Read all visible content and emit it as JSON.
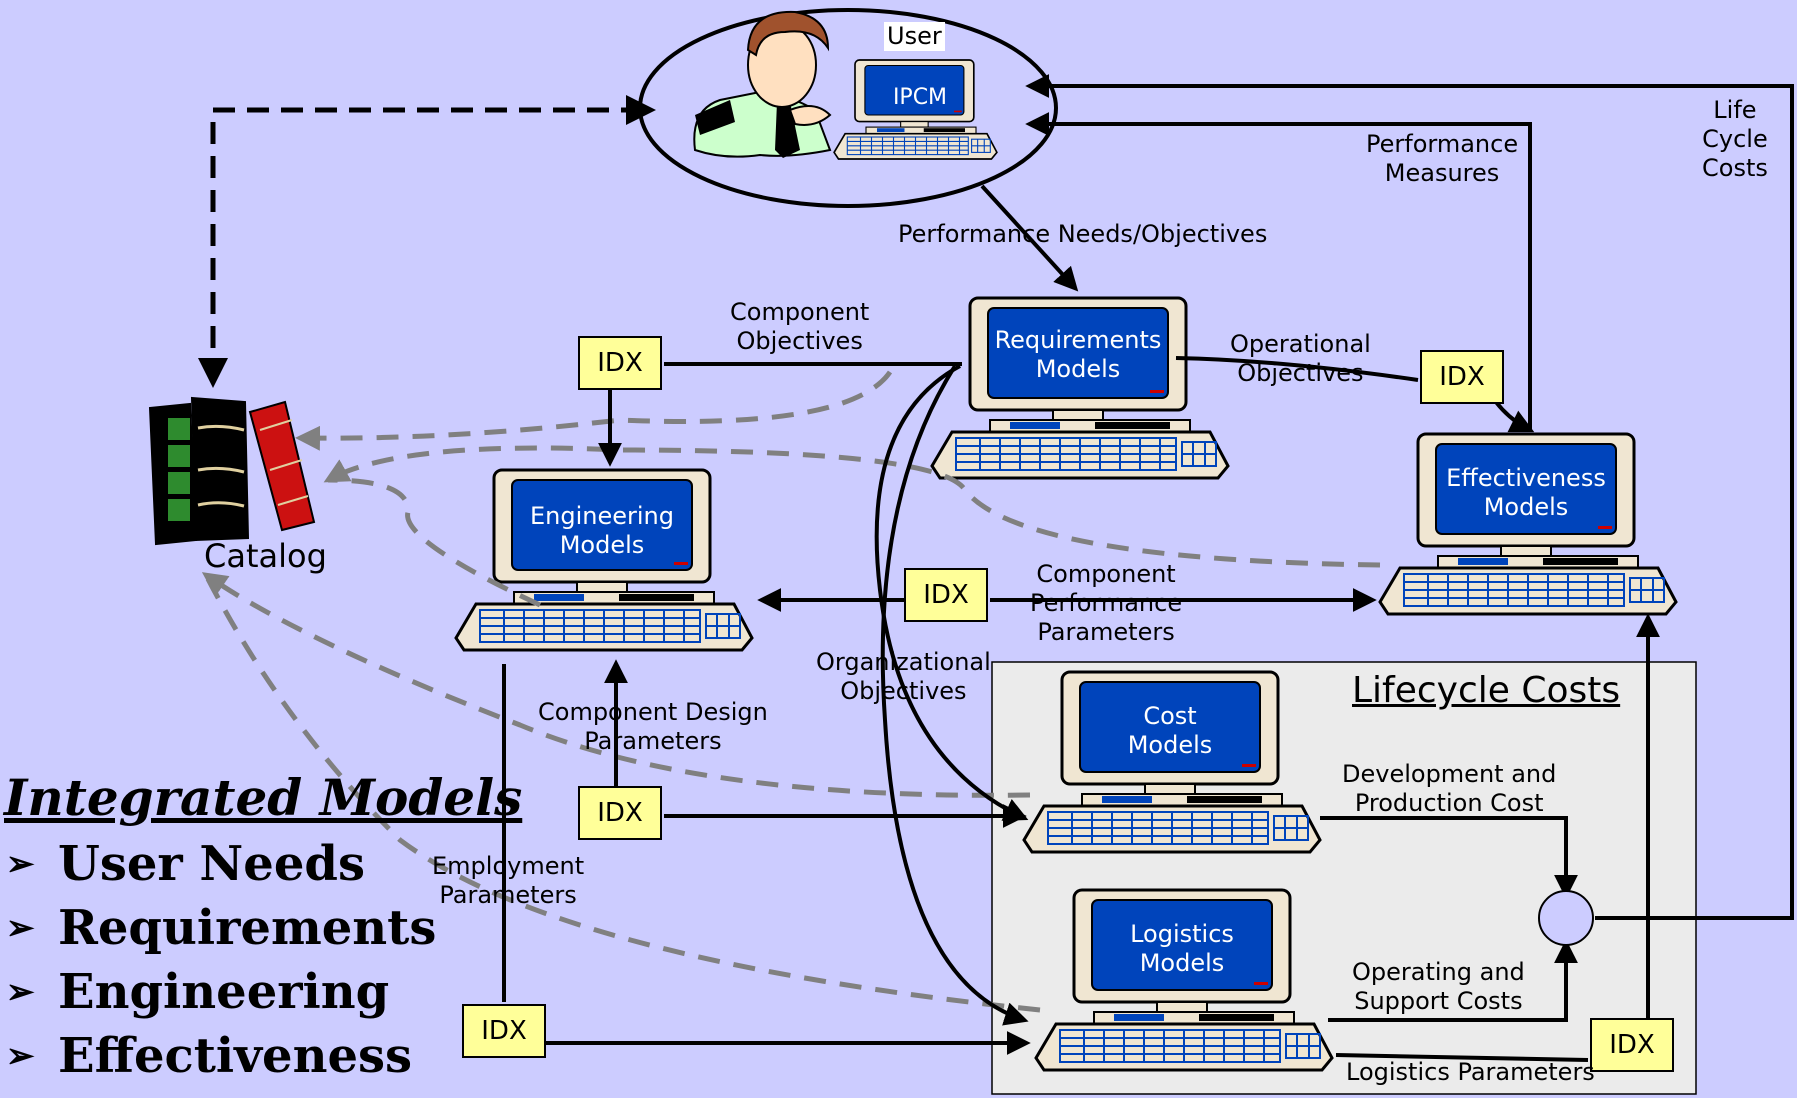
{
  "user": {
    "label": "User",
    "screen": "IPCM"
  },
  "catalog": {
    "label": "Catalog"
  },
  "models": {
    "requirements": [
      "Requirements",
      "Models"
    ],
    "engineering": [
      "Engineering",
      "Models"
    ],
    "effectiveness": [
      "Effectiveness",
      "Models"
    ],
    "cost": [
      "Cost",
      "Models"
    ],
    "logistics": [
      "Logistics",
      "Models"
    ]
  },
  "idx_label": "IDX",
  "flows": {
    "performance_needs": "Performance Needs/Objectives",
    "component_objectives": [
      "Component",
      "Objectives"
    ],
    "operational_objectives": [
      "Operational",
      "Objectives"
    ],
    "performance_measures": [
      "Performance",
      "Measures"
    ],
    "life_cycle_costs": [
      "Life",
      "Cycle",
      "Costs"
    ],
    "component_performance": [
      "Component",
      "Performance",
      "Parameters"
    ],
    "organizational_objectives": [
      "Organizational",
      "Objectives"
    ],
    "component_design": [
      "Component Design",
      "Parameters"
    ],
    "employment_parameters": [
      "Employment",
      "Parameters"
    ],
    "development_cost": [
      "Development and",
      "Production Cost"
    ],
    "operating_cost": [
      "Operating and",
      "Support Costs"
    ],
    "logistics_parameters": "Logistics Parameters"
  },
  "lifecycle": {
    "title": "Lifecycle Costs"
  },
  "legend": {
    "title": "Integrated Models",
    "items": [
      "User Needs",
      "Requirements",
      "Engineering",
      "Effectiveness"
    ]
  },
  "colors": {
    "background": "#ccccff",
    "screen_blue": "#0044bb",
    "idx_yellow": "#ffff99",
    "lifecycle_panel": "#ebebeb",
    "dashed_gray": "#808080"
  }
}
